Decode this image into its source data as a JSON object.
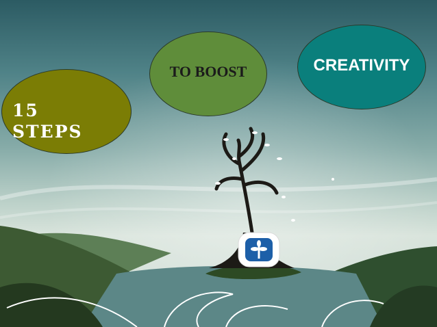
{
  "slide": {
    "bubbles": [
      {
        "text": "15\nSTEPS",
        "color": "#7b7d05"
      },
      {
        "text": "TO BOOST",
        "color": "#5f8d3a"
      },
      {
        "text": "CREATIVITY",
        "color": "#0a7f7c"
      }
    ],
    "logo_icon": "plant-sprout-icon",
    "text_color": "#ffffff"
  }
}
